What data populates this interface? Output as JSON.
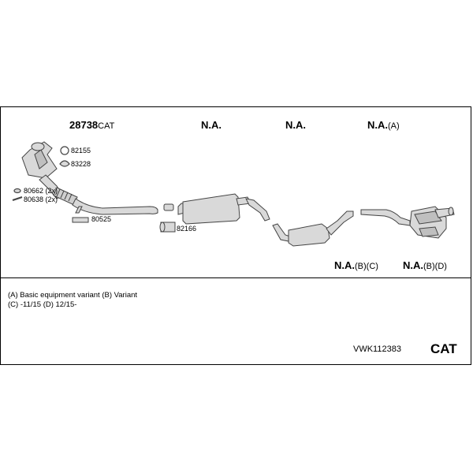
{
  "header_labels": {
    "cat_number": "28738",
    "cat_suffix": "CAT",
    "na_1": "N.A.",
    "na_2": "N.A.",
    "na_3": "N.A.",
    "na_3_suffix": "(A)",
    "na_4": "N.A.",
    "na_4_suffix": "(B)(C)",
    "na_5": "N.A.",
    "na_5_suffix": "(B)(D)"
  },
  "parts": {
    "p82155": "82155",
    "p83228": "83228",
    "p80662": "80662 (2x)",
    "p80638": "80638 (2x)",
    "p80525": "80525",
    "p82166": "82166"
  },
  "notes": {
    "line1": "(A) Basic equipment variant (B) Variant",
    "line2": "(C) -11/15 (D) 12/15-"
  },
  "footer": {
    "code": "VWK112383",
    "cat": "CAT"
  },
  "colors": {
    "pipe_fill": "#d9d9d9",
    "stroke": "#444444"
  }
}
